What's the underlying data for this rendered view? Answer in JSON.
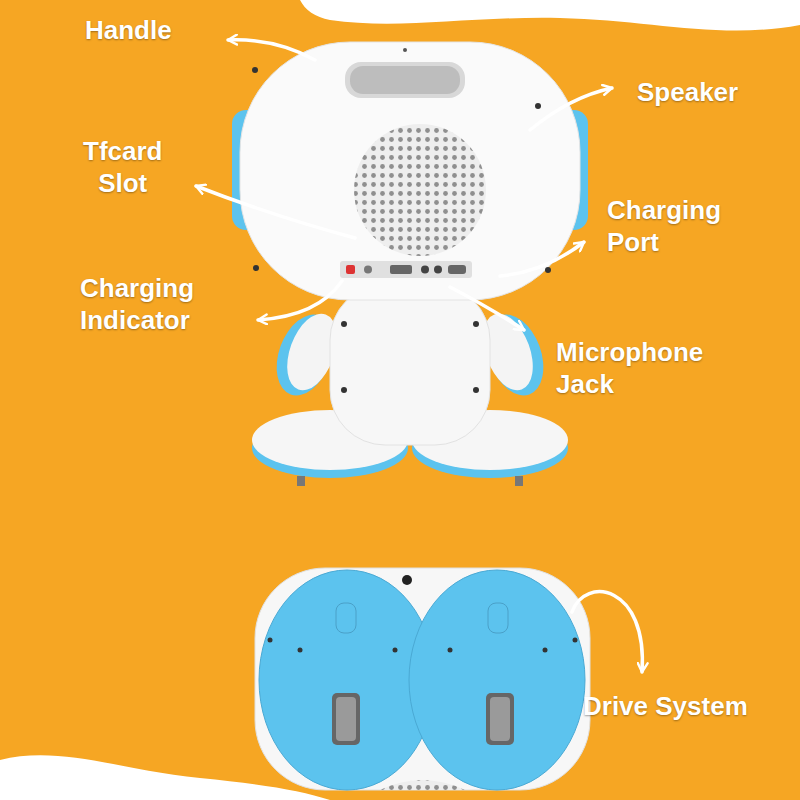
{
  "diagram": {
    "labels": [
      "Handle",
      "Speaker",
      "Tfcard Slot",
      "Charging Port",
      "Charging Indicator",
      "Microphone Jack",
      "Drive System"
    ]
  }
}
